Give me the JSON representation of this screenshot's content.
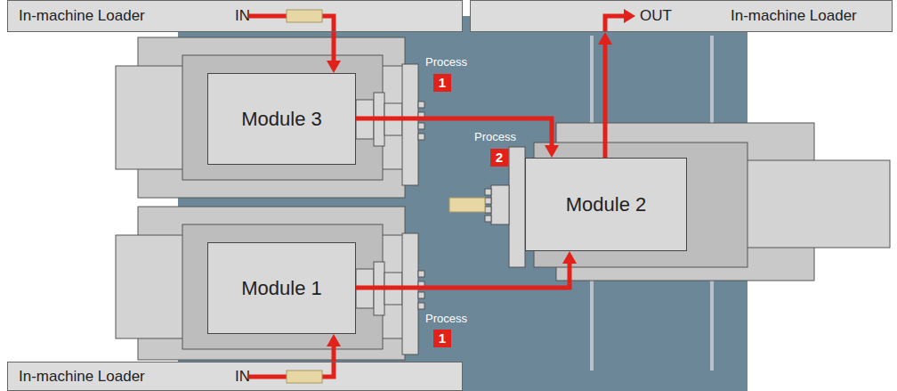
{
  "diagram": {
    "nodes": [
      {
        "text": [
          "In-machine Loader",
          "IN"
        ]
      },
      {
        "text": [
          "OUT",
          "In-machine Loader"
        ]
      },
      {
        "text": [
          "Module 3"
        ]
      },
      {
        "text": [
          "Module 2"
        ]
      },
      {
        "text": [
          "Module 1"
        ]
      },
      {
        "text": [
          "In-machine Loader",
          "IN"
        ]
      }
    ],
    "edges": [
      {
        "from": 0,
        "to": 2,
        "arrow": "to"
      },
      {
        "from": 2,
        "to": 3,
        "arrow": "to"
      },
      {
        "from": 3,
        "to": 1,
        "arrow": "to"
      },
      {
        "from": 4,
        "to": 3,
        "arrow": "to"
      },
      {
        "from": 5,
        "to": 4,
        "arrow": "to"
      }
    ],
    "labels": [
      "Process",
      "1",
      "Process",
      "2",
      "Process",
      "1"
    ]
  }
}
